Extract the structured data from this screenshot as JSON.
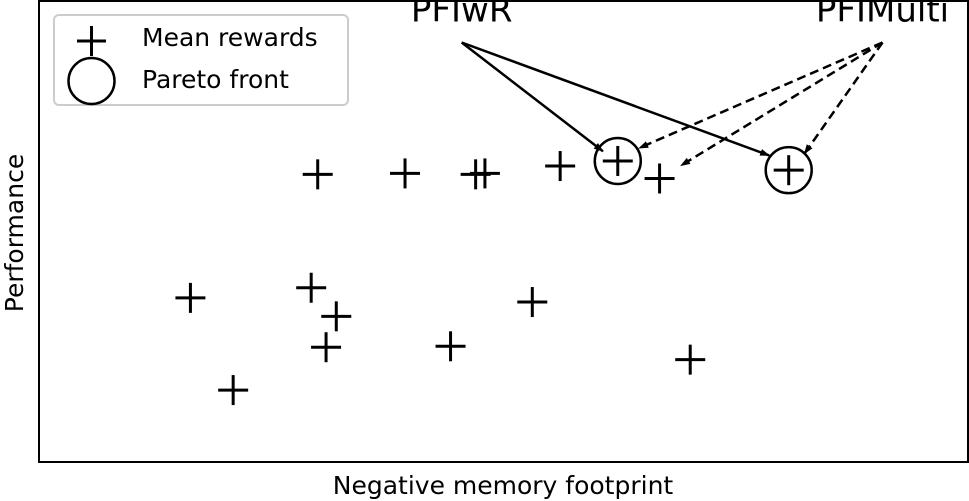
{
  "chart_data": {
    "type": "scatter",
    "title": "",
    "xlabel": "Negative memory footprint",
    "ylabel": "Performance",
    "xlim": [
      0,
      100
    ],
    "ylim": [
      0,
      100
    ],
    "grid": false,
    "legend": {
      "placement": "top-left",
      "entries": [
        {
          "label": "Mean rewards",
          "marker": "plus"
        },
        {
          "label": "Pareto front",
          "marker": "circle"
        }
      ]
    },
    "series": [
      {
        "name": "Mean rewards",
        "marker": "plus",
        "points": [
          {
            "x": 30.0,
            "y": 62.4
          },
          {
            "x": 39.4,
            "y": 62.6
          },
          {
            "x": 47.0,
            "y": 62.4
          },
          {
            "x": 48.0,
            "y": 62.6
          },
          {
            "x": 56.1,
            "y": 64.2
          },
          {
            "x": 62.3,
            "y": 65.3
          },
          {
            "x": 66.8,
            "y": 61.5
          },
          {
            "x": 80.7,
            "y": 63.3
          },
          {
            "x": 16.3,
            "y": 35.6
          },
          {
            "x": 29.3,
            "y": 37.8
          },
          {
            "x": 32.0,
            "y": 31.6
          },
          {
            "x": 30.9,
            "y": 24.9
          },
          {
            "x": 20.9,
            "y": 15.6
          },
          {
            "x": 44.3,
            "y": 25.1
          },
          {
            "x": 53.1,
            "y": 34.7
          },
          {
            "x": 70.1,
            "y": 22.2
          }
        ]
      },
      {
        "name": "Pareto front",
        "marker": "circle",
        "points": [
          {
            "x": 62.3,
            "y": 65.3
          },
          {
            "x": 80.7,
            "y": 63.3
          }
        ]
      }
    ],
    "annotations": [
      {
        "text": "PFIwR",
        "style": "solid",
        "text_pos": {
          "x": 45.5,
          "y": 95.6
        },
        "tail": {
          "x": 45.5,
          "y": 91.0
        },
        "targets": [
          {
            "x": 60.7,
            "y": 67.4
          },
          {
            "x": 78.6,
            "y": 66.5
          }
        ]
      },
      {
        "text": "PFIMulti",
        "style": "dashed",
        "text_pos": {
          "x": 90.8,
          "y": 95.6
        },
        "tail": {
          "x": 90.8,
          "y": 91.0
        },
        "targets": [
          {
            "x": 64.6,
            "y": 68.1
          },
          {
            "x": 69.1,
            "y": 64.3
          },
          {
            "x": 82.4,
            "y": 66.9
          }
        ]
      }
    ]
  }
}
